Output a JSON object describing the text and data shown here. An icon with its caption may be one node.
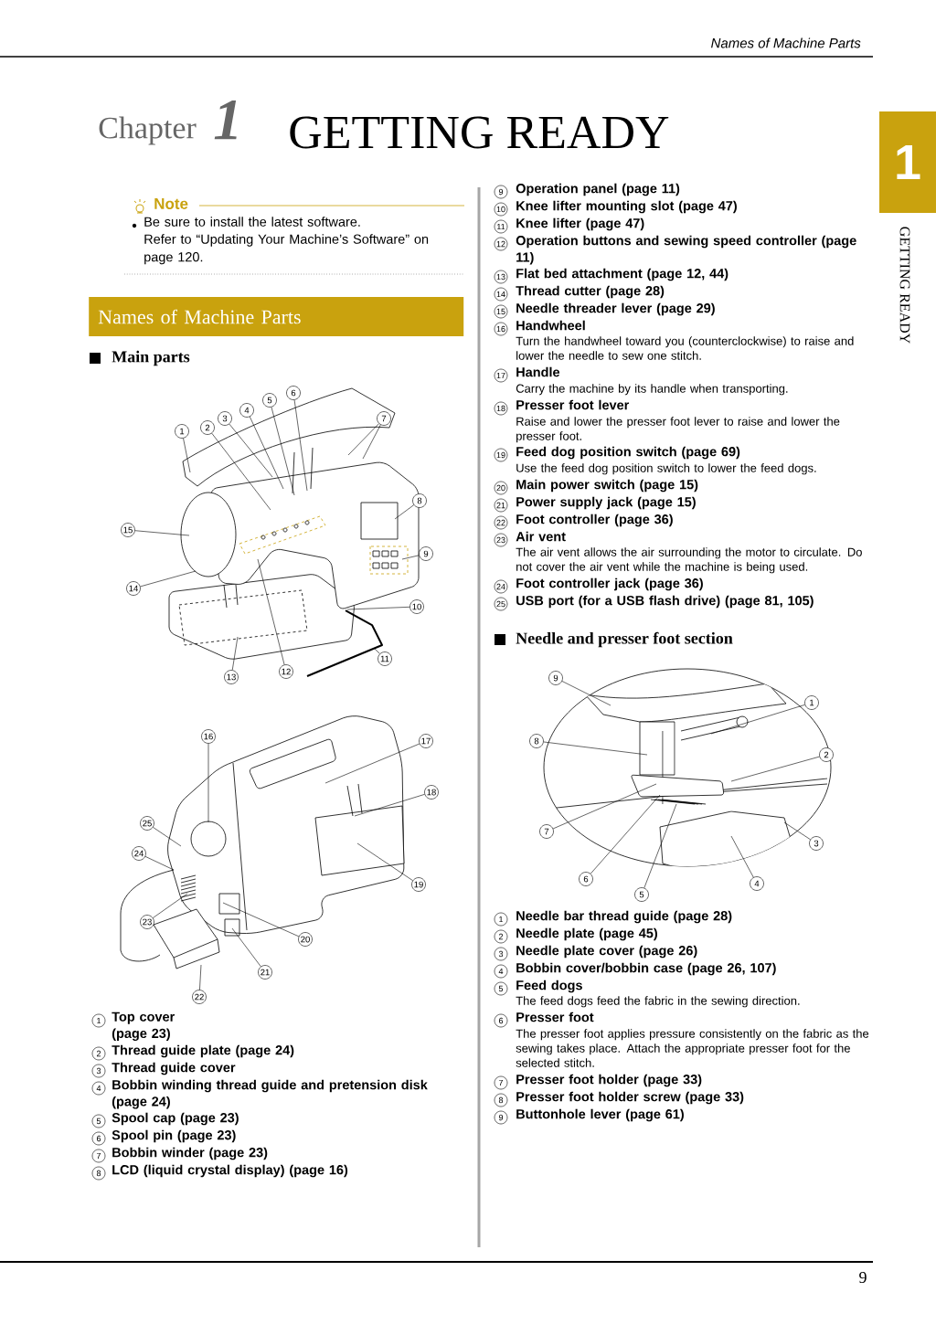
{
  "diagram": {
    "title": "GETTING READY",
    "nodes": [
      {
        "text": [
          "1"
        ]
      },
      {
        "text": [
          "Names of Machine Parts"
        ]
      },
      {
        "text": [
          "1"
        ]
      },
      {
        "text": [
          "2"
        ]
      },
      {
        "text": [
          "3"
        ]
      },
      {
        "text": [
          "4"
        ]
      },
      {
        "text": [
          "5"
        ]
      },
      {
        "text": [
          "6"
        ]
      },
      {
        "text": [
          "7"
        ]
      },
      {
        "text": [
          "8"
        ]
      },
      {
        "text": [
          "9"
        ]
      },
      {
        "text": [
          "10"
        ]
      },
      {
        "text": [
          "11"
        ]
      },
      {
        "text": [
          "12"
        ]
      },
      {
        "text": [
          "13"
        ]
      },
      {
        "text": [
          "14"
        ]
      },
      {
        "text": [
          "15"
        ]
      },
      {
        "text": [
          "16"
        ]
      },
      {
        "text": [
          "17"
        ]
      },
      {
        "text": [
          "18"
        ]
      },
      {
        "text": [
          "19"
        ]
      },
      {
        "text": [
          "20"
        ]
      },
      {
        "text": [
          "21"
        ]
      },
      {
        "text": [
          "22"
        ]
      },
      {
        "text": [
          "23"
        ]
      },
      {
        "text": [
          "24"
        ]
      },
      {
        "text": [
          "25"
        ]
      },
      {
        "text": [
          "1"
        ]
      },
      {
        "text": [
          "2"
        ]
      },
      {
        "text": [
          "3"
        ]
      },
      {
        "text": [
          "4"
        ]
      },
      {
        "text": [
          "5"
        ]
      },
      {
        "text": [
          "6"
        ]
      },
      {
        "text": [
          "7"
        ]
      },
      {
        "text": [
          "8"
        ]
      },
      {
        "text": [
          "9"
        ]
      }
    ],
    "edges": [
      {
        "from": 2,
        "to": null,
        "arrow": "none"
      },
      {
        "from": 3,
        "to": null,
        "arrow": "none"
      },
      {
        "from": 4,
        "to": null,
        "arrow": "none"
      },
      {
        "from": 5,
        "to": null,
        "arrow": "none"
      },
      {
        "from": 6,
        "to": null,
        "arrow": "none"
      },
      {
        "from": 7,
        "to": null,
        "arrow": "none"
      },
      {
        "from": 8,
        "to": null,
        "arrow": "none"
      },
      {
        "from": 8,
        "to": null,
        "arrow": "none"
      },
      {
        "from": 9,
        "to": null,
        "arrow": "none"
      },
      {
        "from": 10,
        "to": null,
        "arrow": "none"
      },
      {
        "from": 11,
        "to": null,
        "arrow": "none"
      },
      {
        "from": 12,
        "to": null,
        "arrow": "none"
      },
      {
        "from": 13,
        "to": null,
        "arrow": "none"
      },
      {
        "from": 14,
        "to": null,
        "arrow": "none"
      },
      {
        "from": 15,
        "to": null,
        "arrow": "none"
      },
      {
        "from": 16,
        "to": null,
        "arrow": "none"
      },
      {
        "from": 17,
        "to": null,
        "arrow": "none"
      },
      {
        "from": 18,
        "to": null,
        "arrow": "none"
      },
      {
        "from": 19,
        "to": null,
        "arrow": "none"
      },
      {
        "from": 20,
        "to": null,
        "arrow": "none"
      },
      {
        "from": 21,
        "to": null,
        "arrow": "none"
      },
      {
        "from": 22,
        "to": null,
        "arrow": "none"
      },
      {
        "from": 23,
        "to": null,
        "arrow": "none"
      },
      {
        "from": 24,
        "to": null,
        "arrow": "none"
      },
      {
        "from": 25,
        "to": null,
        "arrow": "none"
      },
      {
        "from": 26,
        "to": null,
        "arrow": "none"
      },
      {
        "from": 27,
        "to": null,
        "arrow": "none"
      },
      {
        "from": 28,
        "to": null,
        "arrow": "none"
      },
      {
        "from": 29,
        "to": null,
        "arrow": "none"
      },
      {
        "from": 30,
        "to": null,
        "arrow": "none"
      },
      {
        "from": 31,
        "to": null,
        "arrow": "none"
      },
      {
        "from": 32,
        "to": null,
        "arrow": "none"
      },
      {
        "from": 33,
        "to": null,
        "arrow": "none"
      },
      {
        "from": 34,
        "to": null,
        "arrow": "none"
      },
      {
        "from": 35,
        "to": null,
        "arrow": "none"
      }
    ],
    "labels": [
      "Names of Machine Parts",
      "Chapter",
      "1",
      "Note",
      "Be sure to install the latest software.",
      "Refer to “Updating Your Machine’s Software” on page 120.",
      "Main parts",
      "1",
      "Top cover (page 23)",
      "2",
      "Thread guide plate (page 24)",
      "3",
      "Thread guide cover",
      "4",
      "Bobbin winding thread guide and pretension disk (page 24)",
      "5",
      "Spool cap (page 23)",
      "6",
      "Spool pin (page 23)",
      "7",
      "Bobbin winder (page 23)",
      "8",
      "LCD (liquid crystal display) (page 16)",
      "9",
      "Operation panel (page 11)",
      "10",
      "Knee lifter mounting slot (page 47)",
      "11",
      "Knee lifter (page 47)",
      "12",
      "Operation buttons and sewing speed controller (page 11)",
      "13",
      "Flat bed attachment (page 12, 44)",
      "14",
      "Thread cutter (page 28)",
      "15",
      "Needle threader lever (page 29)",
      "16",
      "Handwheel",
      "Turn the handwheel toward you (counterclockwise) to raise and lower the needle to sew one stitch.",
      "17",
      "Handle",
      "Carry the machine by its handle when transporting.",
      "18",
      "Presser foot lever",
      "Raise and lower the presser foot lever to raise and lower the presser foot.",
      "19",
      "Feed dog position switch (page 69)",
      "Use the feed dog position switch to lower the feed dogs.",
      "20",
      "Main power switch (page 15)",
      "21",
      "Power supply jack (page 15)",
      "22",
      "Foot controller (page 36)",
      "23",
      "Air vent",
      "The air vent allows the air surrounding the motor to circulate. Do not cover the air vent while the machine is being used.",
      "24",
      "Foot controller jack (page 36)",
      "25",
      "USB port (for a USB flash drive) (page 81, 105)",
      "Needle and presser foot section",
      "1",
      "Needle bar thread guide (page 28)",
      "2",
      "Needle plate (page 45)",
      "3",
      "Needle plate cover (page 26)",
      "4",
      "Bobbin cover/bobbin case (page 26, 107)",
      "5",
      "Feed dogs",
      "The feed dogs feed the fabric in the sewing direction.",
      "6",
      "Presser foot",
      "The presser foot applies pressure consistently on the fabric as the sewing takes place. Attach the appropriate presser foot for the selected stitch.",
      "7",
      "Presser foot holder (page 33)",
      "8",
      "Presser foot holder screw (page 33)",
      "9",
      "Buttonhole lever (page 61)",
      "GETTING READY",
      "9"
    ]
  }
}
